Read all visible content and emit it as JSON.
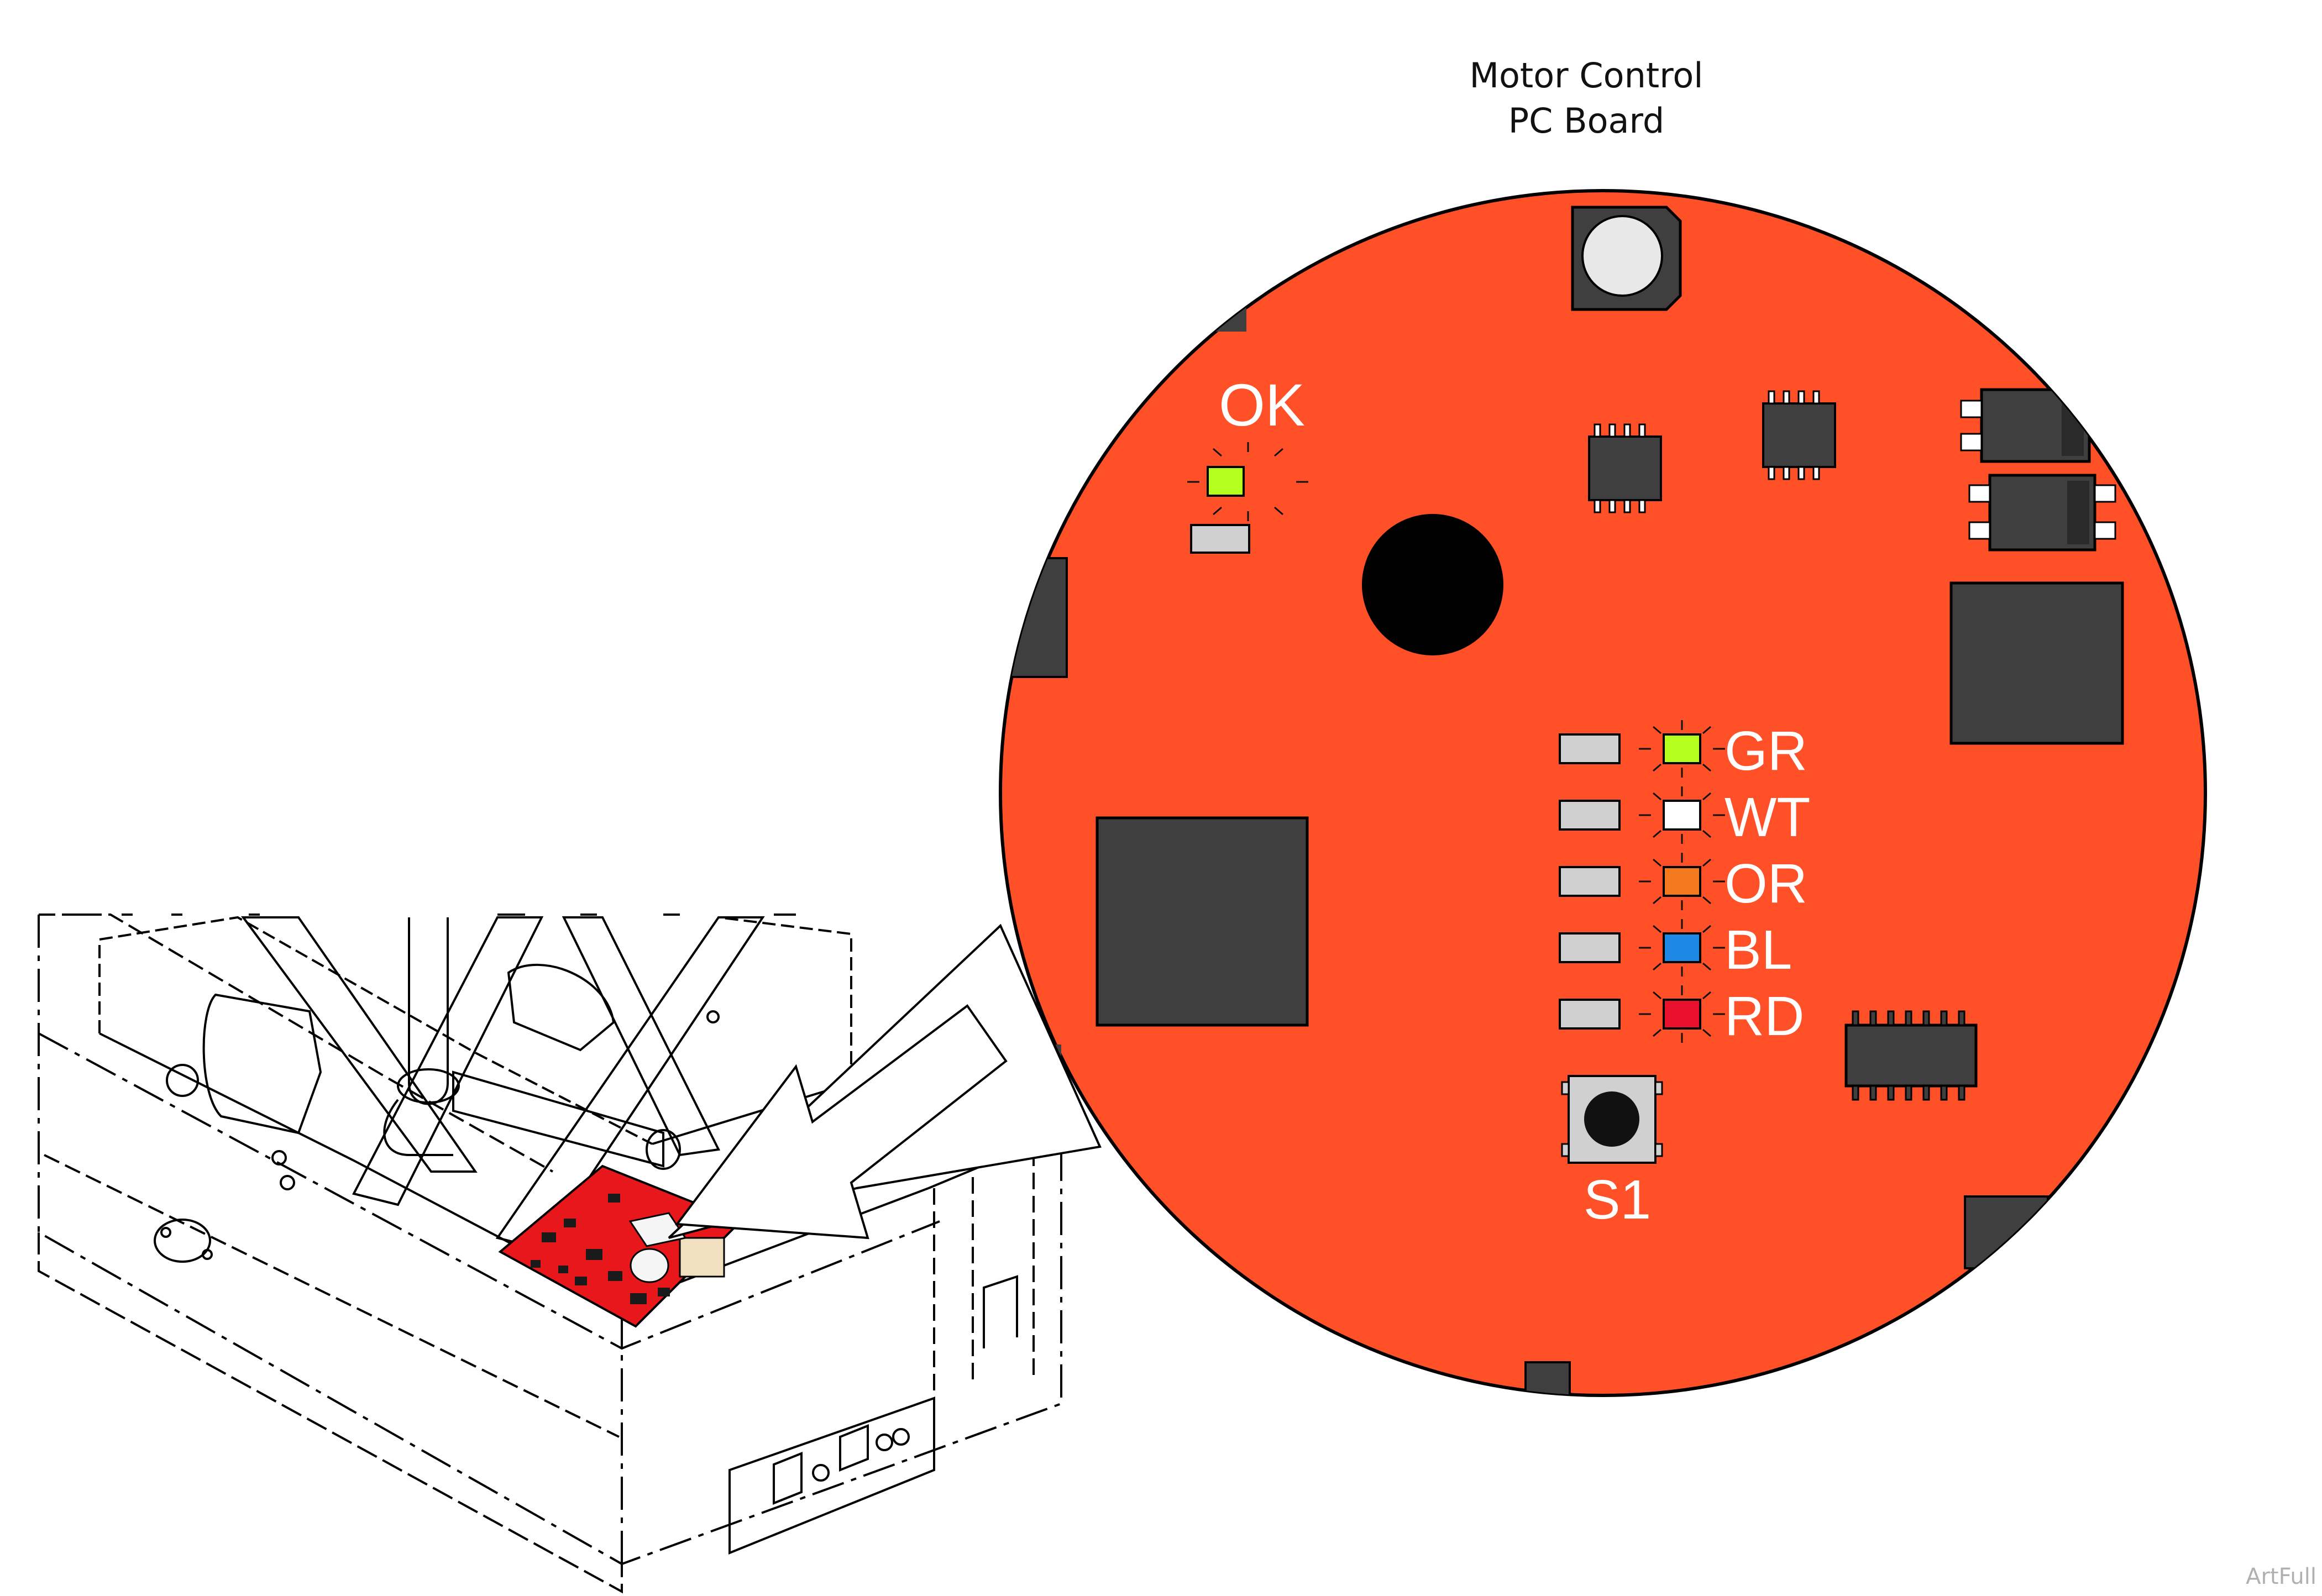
{
  "title": {
    "line1": "Motor Control",
    "line2": "PC Board"
  },
  "board_labels": {
    "ok": "OK",
    "switch": "S1"
  },
  "leds": [
    {
      "label": "GR",
      "color": "#b5ff1f"
    },
    {
      "label": "WT",
      "color": "#ffffff"
    },
    {
      "label": "OR",
      "color": "#f57a1f"
    },
    {
      "label": "BL",
      "color": "#1e88e5"
    },
    {
      "label": "RD",
      "color": "#e8102d"
    }
  ],
  "ok_led_color": "#b5ff1f",
  "board_color": "#ff5028",
  "component_color": "#3f3f3f",
  "watermark": "ArtFull"
}
